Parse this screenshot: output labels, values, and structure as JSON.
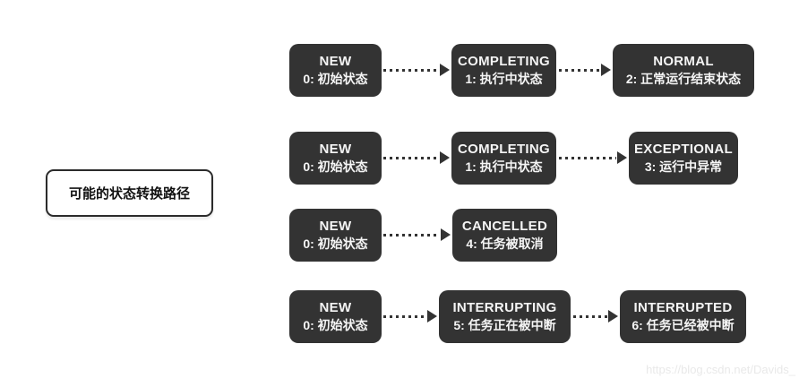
{
  "legend": {
    "label": "可能的状态转换路径"
  },
  "watermark": {
    "text": "https://blog.csdn.net/Davids_"
  },
  "colors": {
    "node_background": "#333333",
    "node_text": "#f5f5f5",
    "arrow": "#333333",
    "canvas_background": "#ffffff",
    "legend_border": "#2b2b2b",
    "legend_text": "#111111",
    "watermark_text": "#e9e9e9"
  },
  "diagram": {
    "type": "state-transition-paths",
    "rows": [
      {
        "nodes": [
          {
            "state": "NEW",
            "title": "NEW",
            "subtitle": "0: 初始状态"
          },
          {
            "state": "COMPLETING",
            "title": "COMPLETING",
            "subtitle": "1: 执行中状态"
          },
          {
            "state": "NORMAL",
            "title": "NORMAL",
            "subtitle": "2: 正常运行结束状态"
          }
        ]
      },
      {
        "nodes": [
          {
            "state": "NEW",
            "title": "NEW",
            "subtitle": "0: 初始状态"
          },
          {
            "state": "COMPLETING",
            "title": "COMPLETING",
            "subtitle": "1: 执行中状态"
          },
          {
            "state": "EXCEPTIONAL",
            "title": "EXCEPTIONAL",
            "subtitle": "3: 运行中异常"
          }
        ]
      },
      {
        "nodes": [
          {
            "state": "NEW",
            "title": "NEW",
            "subtitle": "0: 初始状态"
          },
          {
            "state": "CANCELLED",
            "title": "CANCELLED",
            "subtitle": "4: 任务被取消"
          }
        ]
      },
      {
        "nodes": [
          {
            "state": "NEW",
            "title": "NEW",
            "subtitle": "0: 初始状态"
          },
          {
            "state": "INTERRUPTING",
            "title": "INTERRUPTING",
            "subtitle": "5: 任务正在被中断"
          },
          {
            "state": "INTERRUPTED",
            "title": "INTERRUPTED",
            "subtitle": "6: 任务已经被中断"
          }
        ]
      }
    ]
  }
}
